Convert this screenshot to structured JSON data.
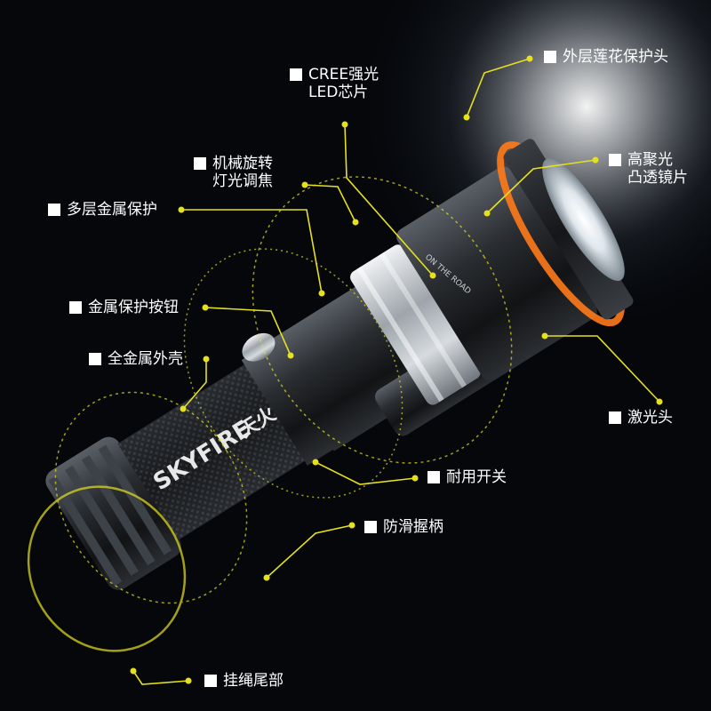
{
  "accent_color": "#e6e01e",
  "glow_color": "#ff7a1a",
  "features": [
    {
      "id": "lotus-head",
      "lines": [
        "外层莲花保护头"
      ]
    },
    {
      "id": "cree-led",
      "lines": [
        "CREE强光",
        "LED芯片"
      ]
    },
    {
      "id": "convex-lens",
      "lines": [
        "高聚光",
        "凸透镜片"
      ]
    },
    {
      "id": "zoom-focus",
      "lines": [
        "机械旋转",
        "灯光调焦"
      ]
    },
    {
      "id": "metal-protection",
      "lines": [
        "多层金属保护"
      ]
    },
    {
      "id": "metal-button",
      "lines": [
        "金属保护按钮"
      ]
    },
    {
      "id": "metal-shell",
      "lines": [
        "全金属外壳"
      ]
    },
    {
      "id": "laser-head",
      "lines": [
        "激光头"
      ]
    },
    {
      "id": "durable-switch",
      "lines": [
        "耐用开关"
      ]
    },
    {
      "id": "anti-slip-grip",
      "lines": [
        "防滑握柄"
      ]
    },
    {
      "id": "lanyard-tail",
      "lines": [
        "挂绳尾部"
      ]
    }
  ],
  "product": {
    "brand_text": "SKYFIRE",
    "brand_cn": "天火",
    "slogan": "ON THE ROAD"
  }
}
